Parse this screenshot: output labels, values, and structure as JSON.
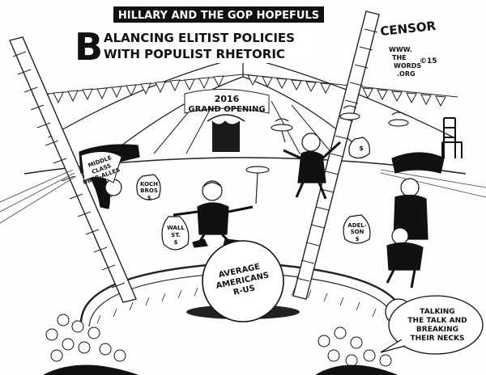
{
  "cartoon": {
    "header_tag": "HILLARY AND THE GOP HOPEFULS",
    "title_initial": "B",
    "title_line1": "ALANCING ELITIST POLICIES",
    "title_line2": "WITH POPULIST RHETORIC",
    "tent_banner_line1": "2016",
    "tent_banner_line2": "GRAND OPENING",
    "signature": "CENSOR",
    "website_line1": "WWW.",
    "website_line2": "THE",
    "website_line3": "WORDS",
    "website_line4": ".ORG",
    "year_mark": "©15",
    "ball_line1": "AVERAGE",
    "ball_line2": "AMERICANS",
    "ball_line3": "R-US",
    "bag_wallst_line1": "WALL",
    "bag_wallst_line2": "ST.",
    "bag_wallst_sym": "$",
    "bag_koch_line1": "KOCH",
    "bag_koch_line2": "BROS",
    "bag_koch_sym": "$",
    "bag_adelson_line1": "ADEL-",
    "bag_adelson_line2": "SON",
    "bag_adelson_sym": "$",
    "bag_small_sym": "$",
    "banner_middle_line1": "MIDDLE",
    "banner_middle_line2": "CLASS",
    "banner_middle_line3": "UBER-ALLES",
    "speech_line1": "TALKING",
    "speech_line2": "THE TALK AND",
    "speech_line3": "BREAKING",
    "speech_line4": "THEIR NECKS"
  }
}
